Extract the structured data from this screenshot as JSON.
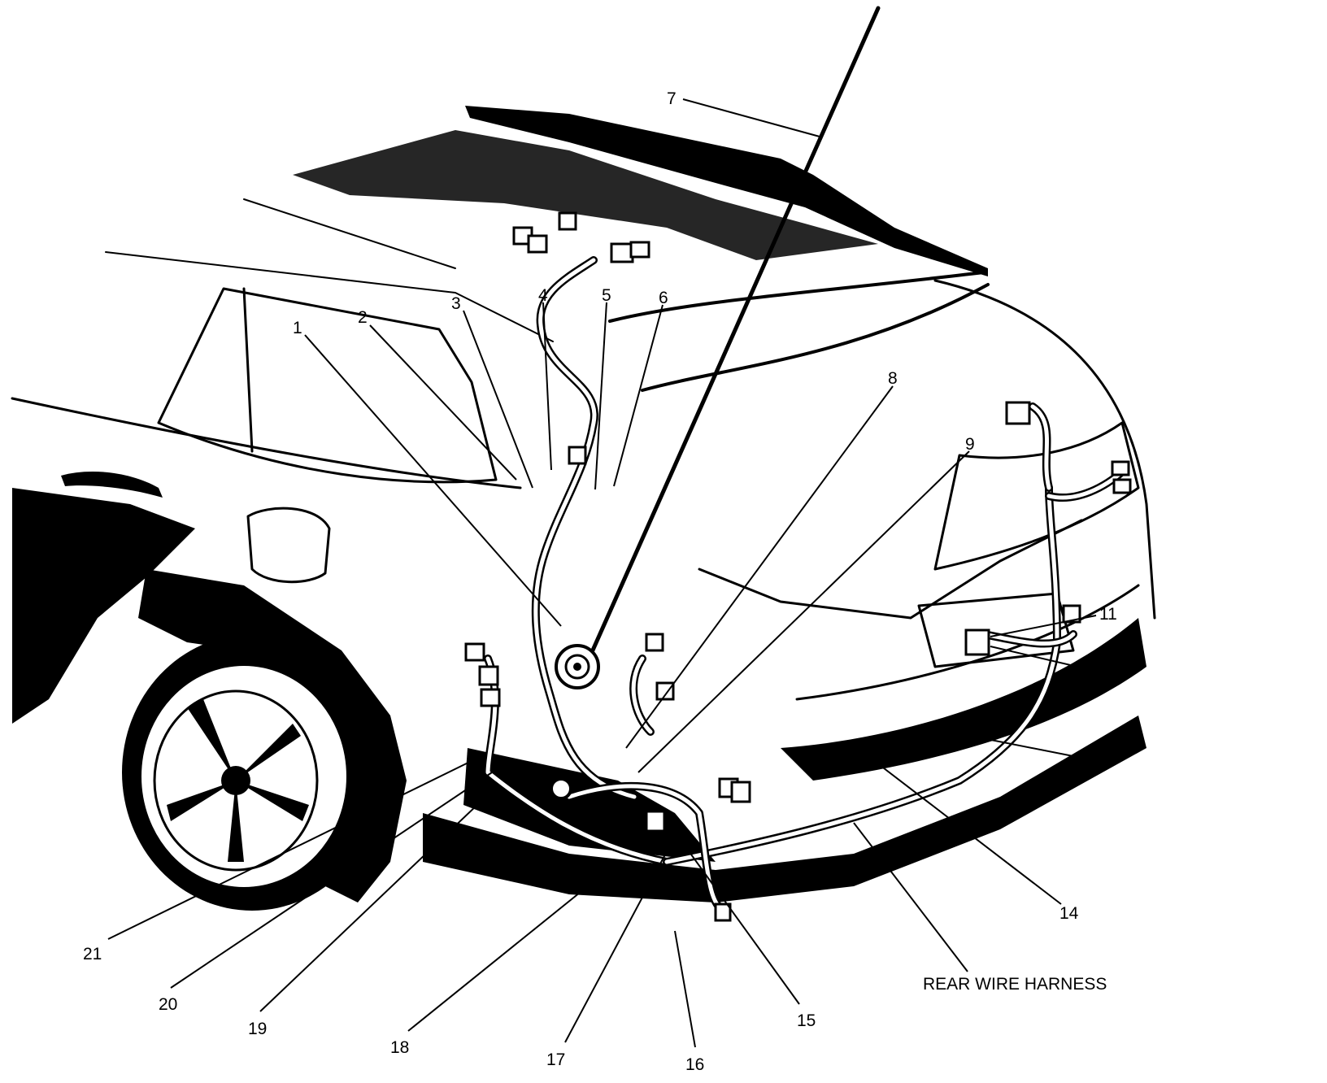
{
  "callouts": [
    {
      "id": "c1",
      "text": "1"
    },
    {
      "id": "c2",
      "text": "2"
    },
    {
      "id": "c3",
      "text": "3"
    },
    {
      "id": "c4",
      "text": "4"
    },
    {
      "id": "c5",
      "text": "5"
    },
    {
      "id": "c6",
      "text": "6"
    },
    {
      "id": "c7",
      "text": "7"
    },
    {
      "id": "c8",
      "text": "8"
    },
    {
      "id": "c9",
      "text": "9"
    },
    {
      "id": "c11",
      "text": "11"
    },
    {
      "id": "c14",
      "text": "14"
    },
    {
      "id": "c15",
      "text": "15"
    },
    {
      "id": "c16",
      "text": "16"
    },
    {
      "id": "c17",
      "text": "17"
    },
    {
      "id": "c18",
      "text": "18"
    },
    {
      "id": "c19",
      "text": "19"
    },
    {
      "id": "c20",
      "text": "20"
    },
    {
      "id": "c21",
      "text": "21"
    }
  ],
  "harness_label": "REAR WIRE HARNESS",
  "colors": {
    "ink": "#000000",
    "paper": "#ffffff"
  }
}
